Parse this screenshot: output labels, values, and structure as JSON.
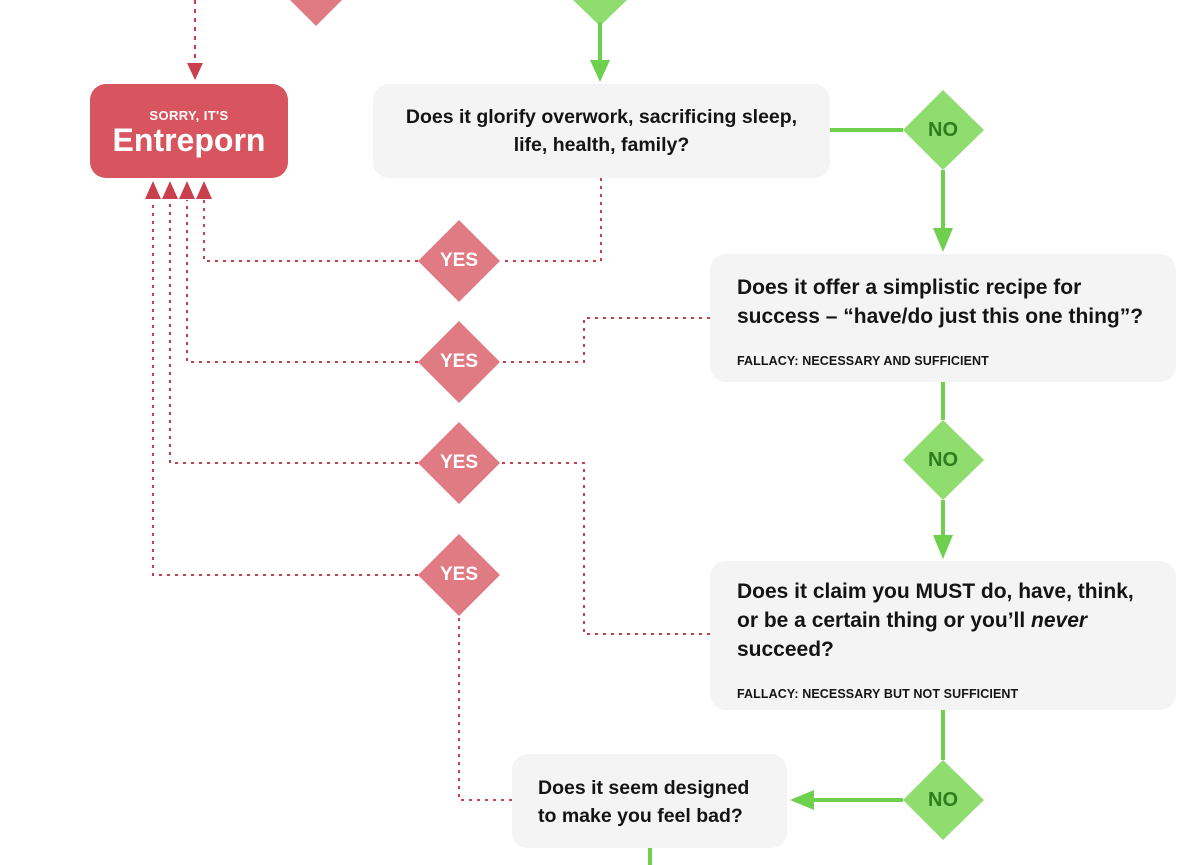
{
  "result": {
    "prefix": "SORRY, IT'S",
    "title": "Entreporn"
  },
  "questions": {
    "q1": {
      "text": "Does it glorify overwork, sacrificing sleep, life, health, family?"
    },
    "q2": {
      "text": "Does it offer a simplistic recipe for success – “have/do just this one thing”?",
      "fallacy": "FALLACY: NECESSARY AND SUFFICIENT"
    },
    "q3": {
      "text_before": "Does it claim you MUST do, have, think, or be a certain thing or you’ll ",
      "text_emphasis": "never",
      "text_after": " succeed?",
      "fallacy": "FALLACY: NECESSARY BUT NOT SUFFICIENT"
    },
    "q4": {
      "text": "Does it seem designed to make you feel bad?"
    }
  },
  "labels": {
    "yes": "YES",
    "no": "NO"
  },
  "colors": {
    "red": "#d8555f",
    "red_diamond": "#e07b84",
    "red_line": "#c9404c",
    "green": "#6fcf4e",
    "green_diamond": "#8fdc6f",
    "green_text": "#2e7d1e",
    "box": "#f4f4f4"
  }
}
